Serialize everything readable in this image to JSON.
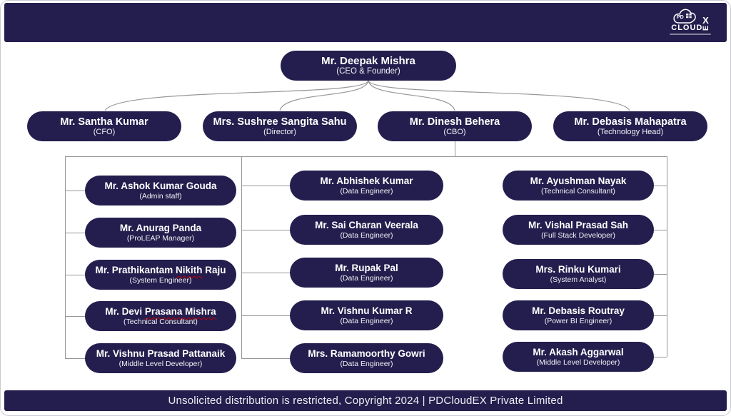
{
  "page": {
    "footer_text": "Unsolicited distribution is restricted, Copyright 2024 | PDCloudEX Private Limited"
  },
  "logo": {
    "pd": "PD",
    "cloud": "CLOUD",
    "x": "X",
    "e": "E"
  },
  "colors": {
    "navy": "#241e4e",
    "connector_gray": "#979797",
    "squiggle_red": "#c00000",
    "text_white": "#ffffff"
  },
  "org": {
    "root": {
      "name": "Mr. Deepak Mishra",
      "title": "(CEO & Founder)"
    },
    "level2": [
      {
        "name": "Mr. Santha Kumar",
        "title": "(CFO)"
      },
      {
        "name": "Mrs. Sushree Sangita Sahu",
        "title": "(Director)"
      },
      {
        "name": "Mr. Dinesh Behera",
        "title": "(CBO)"
      },
      {
        "name": "Mr. Debasis Mahapatra",
        "title": "(Technology Head)"
      }
    ],
    "columns": [
      {
        "items": [
          {
            "name": "Mr. Ashok Kumar Gouda",
            "title": "(Admin staff)"
          },
          {
            "name": "Mr. Anurag Panda",
            "title": "(ProLEAP Manager)"
          },
          {
            "name_pre": "Mr. Prathikantam ",
            "misspelled": "Nikith",
            "name_post": " Raju",
            "title": "(System Engineer)"
          },
          {
            "name_pre": "Mr. Devi ",
            "misspelled": "Prasana Mishra",
            "name_post": "",
            "title": "(Technical Consultant)"
          },
          {
            "name": "Mr. Vishnu Prasad Pattanaik",
            "title": "(Middle Level Developer)"
          }
        ]
      },
      {
        "items": [
          {
            "name": "Mr. Abhishek Kumar",
            "title": "(Data Engineer)"
          },
          {
            "name": "Mr. Sai Charan Veerala",
            "title": "(Data Engineer)"
          },
          {
            "name": "Mr. Rupak Pal",
            "title": "(Data Engineer)"
          },
          {
            "name": "Mr. Vishnu Kumar R",
            "title": "(Data Engineer)"
          },
          {
            "name": "Mrs. Ramamoorthy Gowri",
            "title": "(Data Engineer)"
          }
        ]
      },
      {
        "items": [
          {
            "name": "Mr. Ayushman Nayak",
            "title": "(Technical Consultant)"
          },
          {
            "name": "Mr. Vishal Prasad Sah",
            "title": "(Full Stack Developer)"
          },
          {
            "name": "Mrs. Rinku Kumari",
            "title": "(System Analyst)"
          },
          {
            "name": "Mr. Debasis Routray",
            "title": "(Power BI Engineer)"
          },
          {
            "name": "Mr. Akash Aggarwal",
            "title": "(Middle Level Developer)"
          }
        ]
      }
    ]
  }
}
